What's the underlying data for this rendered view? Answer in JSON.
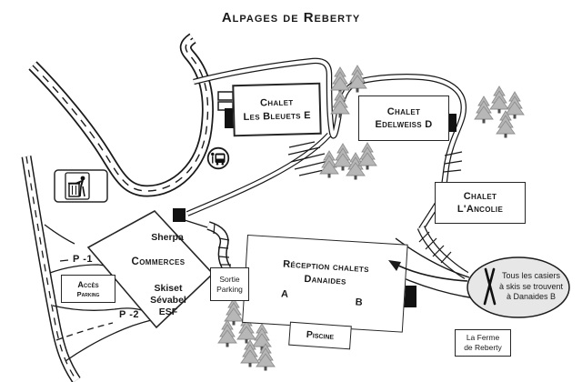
{
  "title": "Alpages de Reberty",
  "chalets": {
    "bleuets_line1": "Chalet",
    "bleuets_line2": "Les Bleuets E",
    "edelweiss_line1": "Chalet",
    "edelweiss_line2": "Edelweiss D",
    "ancolie_line1": "Chalet",
    "ancolie_line2": "L'Ancolie"
  },
  "reception": {
    "line1": "Réception chalets",
    "line2": "Danaides",
    "unit_a": "A",
    "unit_b": "B"
  },
  "facilities": {
    "piscine": "Piscine",
    "ferme_line1": "La Ferme",
    "ferme_line2": "de Reberty"
  },
  "commerces": {
    "name": "Commerces",
    "shops": [
      "Sherpa",
      "Skiset",
      "Sévabel",
      "ESF"
    ]
  },
  "parking": {
    "p1": "P -1",
    "p2": "P -2",
    "acces_line1": "Accès",
    "acces_line2": "Parking",
    "sortie_line1": "Sortie",
    "sortie_line2": "Parking"
  },
  "callout": {
    "line1": "Tous les casiers",
    "line2": "à skis se trouvent",
    "line3": "à Danaides B"
  },
  "icons": {
    "trash": "trash-disposal-icon",
    "bus": "bus-stop-icon",
    "skis": "crossed-skis-icon",
    "trees": "fir-tree-icon"
  },
  "colors": {
    "line": "#1a1a1a",
    "tree_fill": "#b7b7b7",
    "tree_stroke": "#8e8e8e",
    "tree_trunk": "#4f4f4f",
    "callout_fill": "#e7e7e7"
  }
}
